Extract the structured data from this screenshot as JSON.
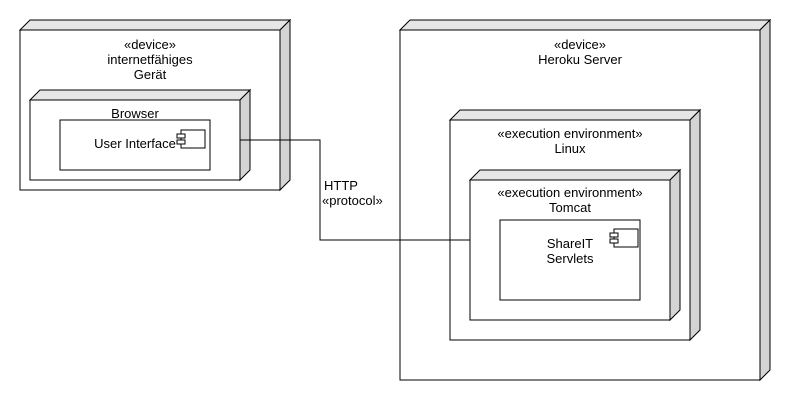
{
  "nodes": {
    "device_left": {
      "stereotype": "«device»",
      "name_line1": "internetfähiges",
      "name_line2": "Gerät"
    },
    "browser": {
      "name": "Browser"
    },
    "user_interface": {
      "name": "User Interface"
    },
    "device_right": {
      "stereotype": "«device»",
      "name": "Heroku Server"
    },
    "linux": {
      "stereotype": "«execution environment»",
      "name": "Linux"
    },
    "tomcat": {
      "stereotype": "«execution environment»",
      "name": "Tomcat"
    },
    "servlets": {
      "name_line1": "ShareIT",
      "name_line2": "Servlets"
    }
  },
  "connection": {
    "label_line1": "HTTP",
    "label_line2": "«protocol»"
  }
}
